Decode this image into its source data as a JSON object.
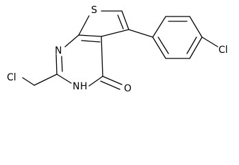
{
  "molecule": {
    "atom_labels": {
      "sulfur": "S",
      "nitrogen_ring": "N",
      "nitrogen_h": "N",
      "nitrogen_h_hydrogen": "H",
      "oxygen": "O",
      "chlorine_methyl": "Cl",
      "chlorine_aryl": "Cl"
    }
  }
}
